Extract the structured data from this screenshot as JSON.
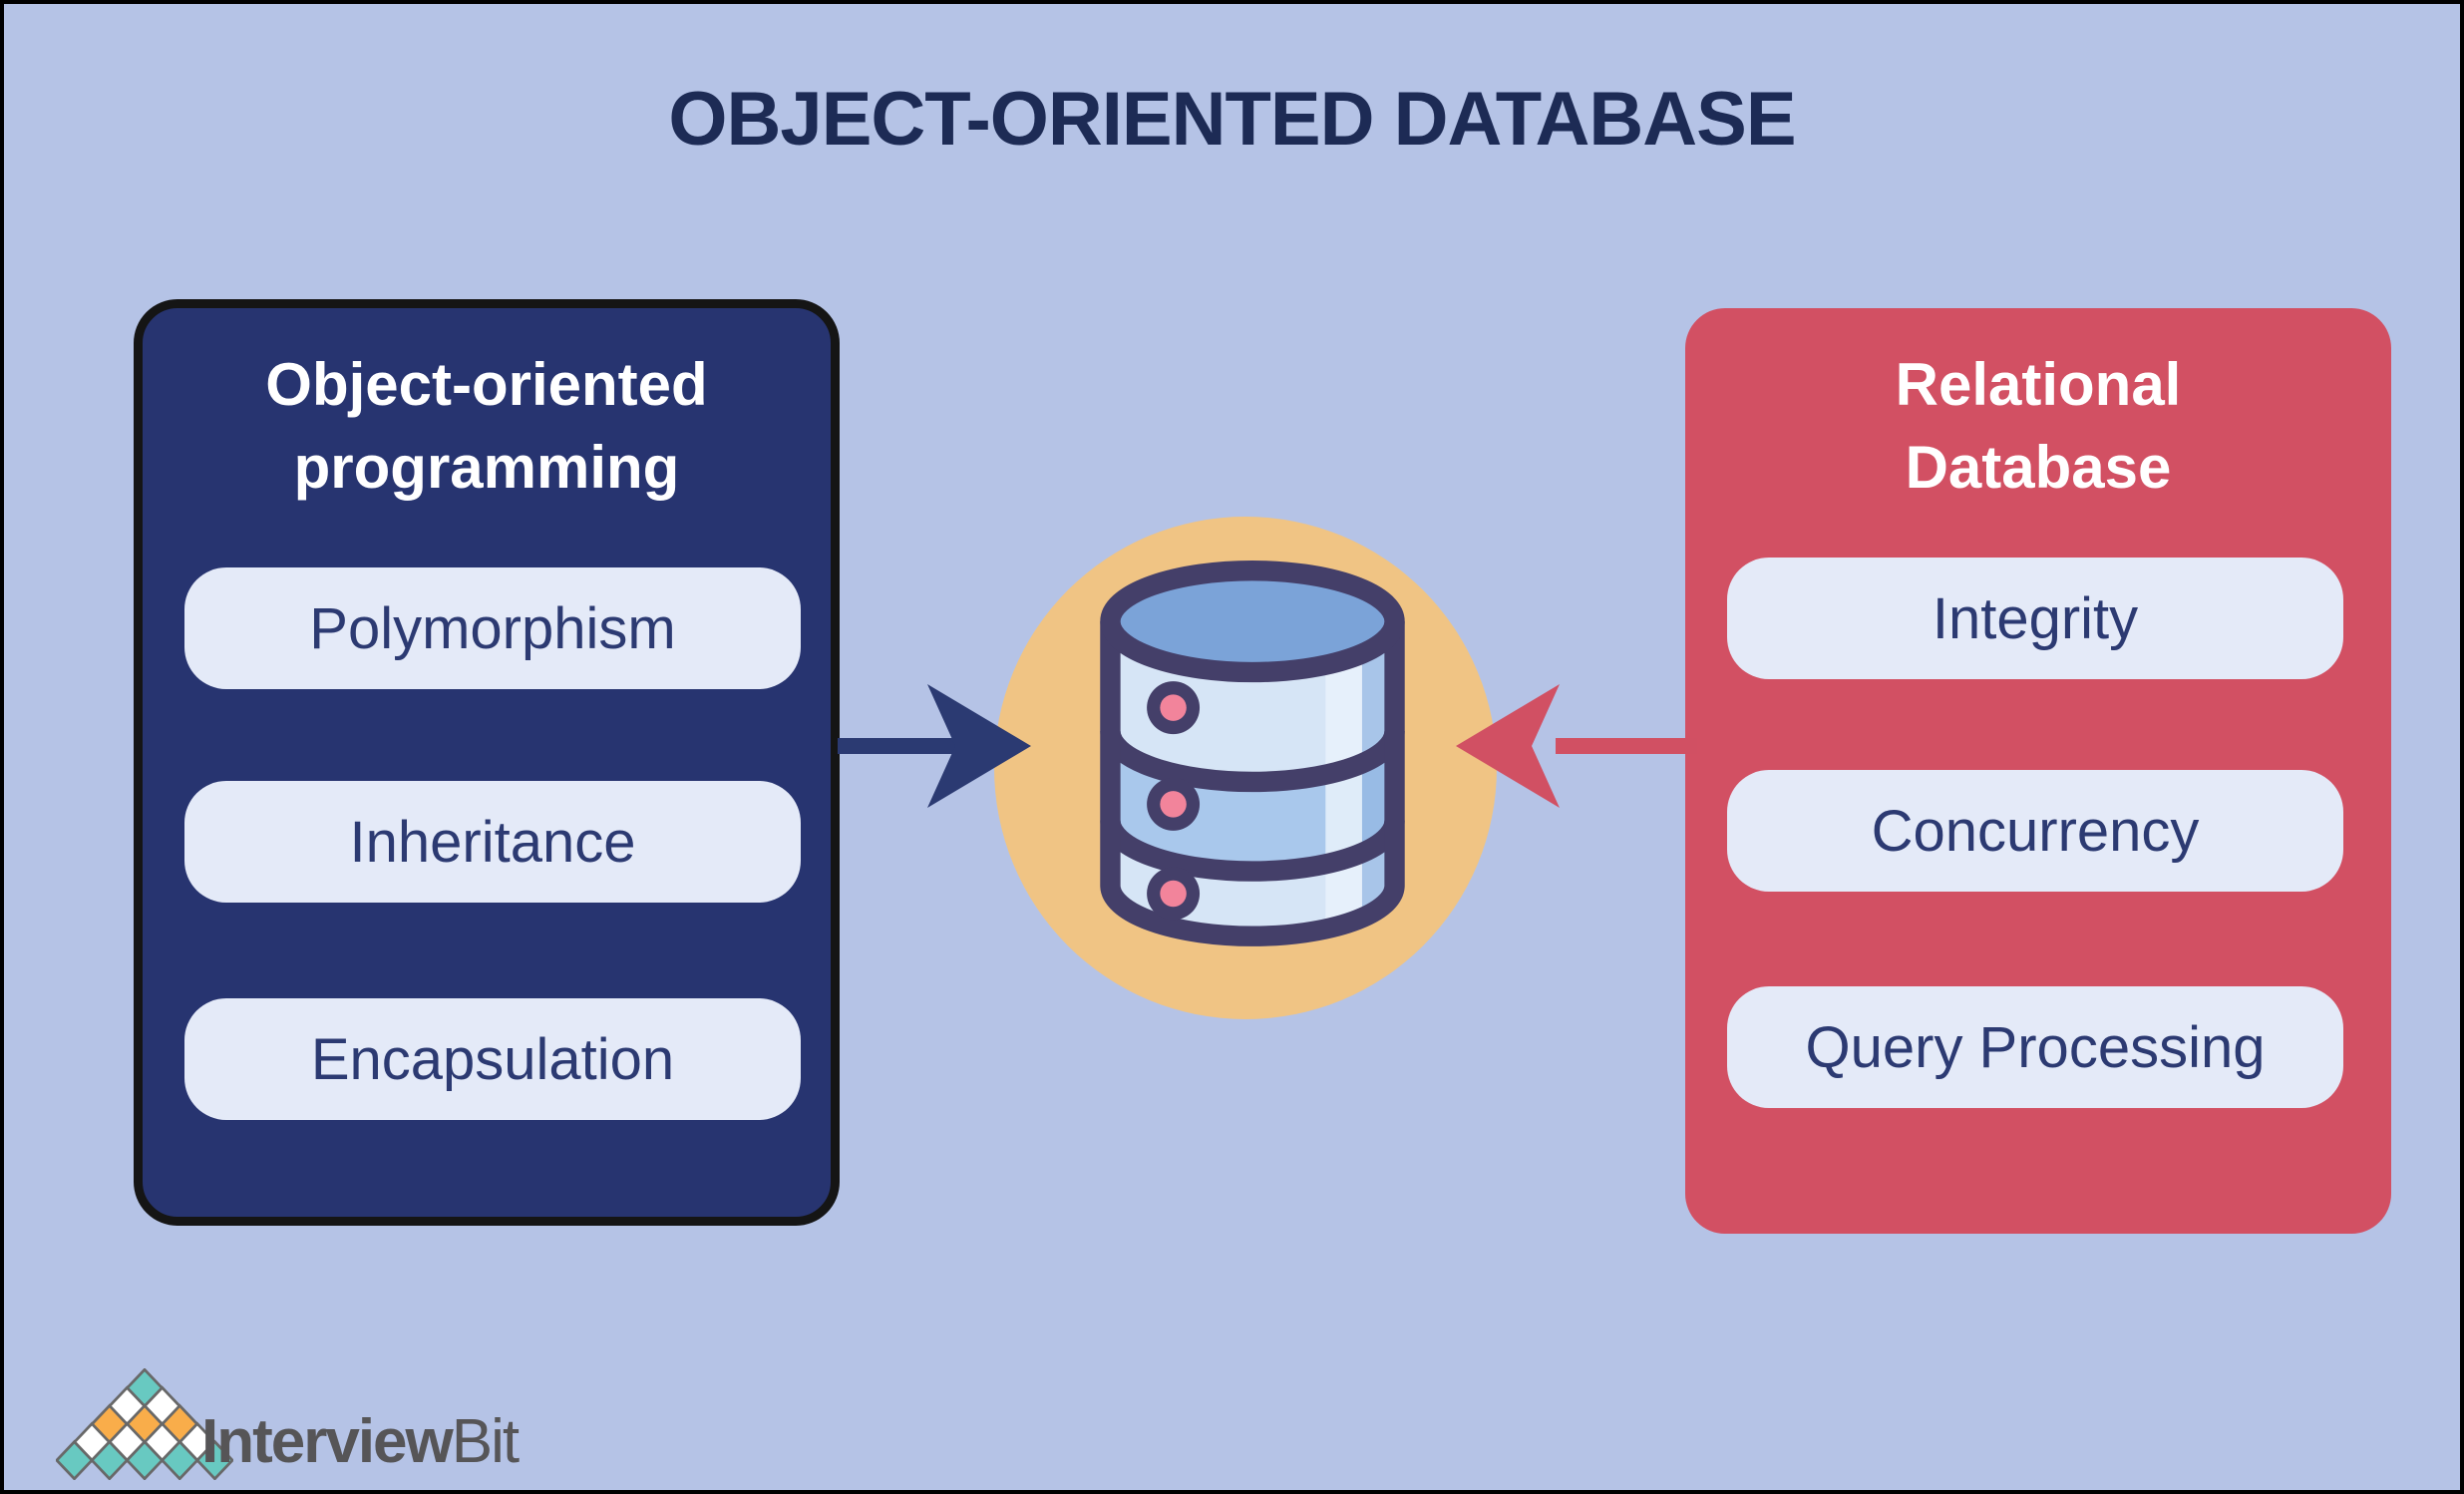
{
  "title": "OBJECT-ORIENTED DATABASE",
  "left_panel": {
    "title_line1": "Object-oriented",
    "title_line2": "programming",
    "items": [
      "Polymorphism",
      "Inheritance",
      "Encapsulation"
    ]
  },
  "right_panel": {
    "title_line1": "Relational",
    "title_line2": "Database",
    "items": [
      "Integrity",
      "Concurrency",
      "Query Processing"
    ]
  },
  "icons": {
    "center": "database-icon",
    "left_arrow": "navy-right-arrow-icon",
    "right_arrow": "red-left-arrow-icon",
    "logo": "interviewbit-diamond-pyramid-icon"
  },
  "logo": {
    "word_bold": "Interview",
    "word_light": "Bit"
  },
  "colors": {
    "background": "#b5c3e6",
    "frame": "#000000",
    "title_text": "#1d2b55",
    "panel_navy": "#273470",
    "panel_navy_border": "#151515",
    "panel_red": "#d25063",
    "pill_bg": "#e4eaf8",
    "pill_text": "#2c3a72",
    "panel_title_text": "#ffffff",
    "arrow_navy": "#2b3a72",
    "arrow_red": "#d15063",
    "circle_tan": "#f0c484",
    "db_outline": "#443f69",
    "db_top": "#7ba3d8",
    "db_light": "#d6e5f6",
    "db_medium": "#a9c8ec",
    "db_strip": "#e9f2fb",
    "db_sliver": "#8fb4e2",
    "dot_pink": "#f2849b",
    "logo_teal": "#68c9c1",
    "logo_orange": "#f9ad4a",
    "logo_white": "#ffffff",
    "logo_outline": "#686868",
    "logo_text": "#565557"
  }
}
